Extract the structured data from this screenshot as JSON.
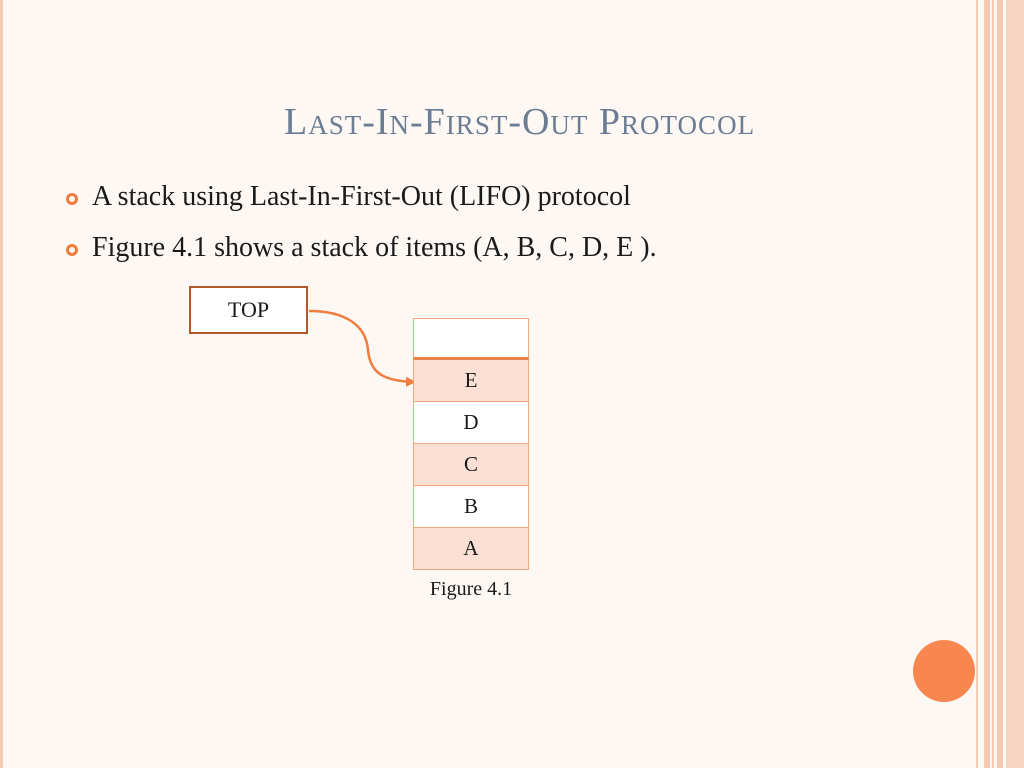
{
  "slide": {
    "title": "Last-In-First-Out Protocol",
    "bullets": [
      "A stack using Last-In-First-Out (LIFO) protocol",
      "Figure 4.1 shows a stack of items (A, B, C, D, E )."
    ]
  },
  "diagram": {
    "top_label": "TOP",
    "stack_cells": [
      "",
      "E",
      "D",
      "C",
      "B",
      "A"
    ],
    "caption": "Figure 4.1"
  },
  "colors": {
    "accent": "#f07c3e",
    "title": "#6b7c93",
    "cell_shaded": "#fbe0d3",
    "top_box_border": "#b05a2c"
  }
}
